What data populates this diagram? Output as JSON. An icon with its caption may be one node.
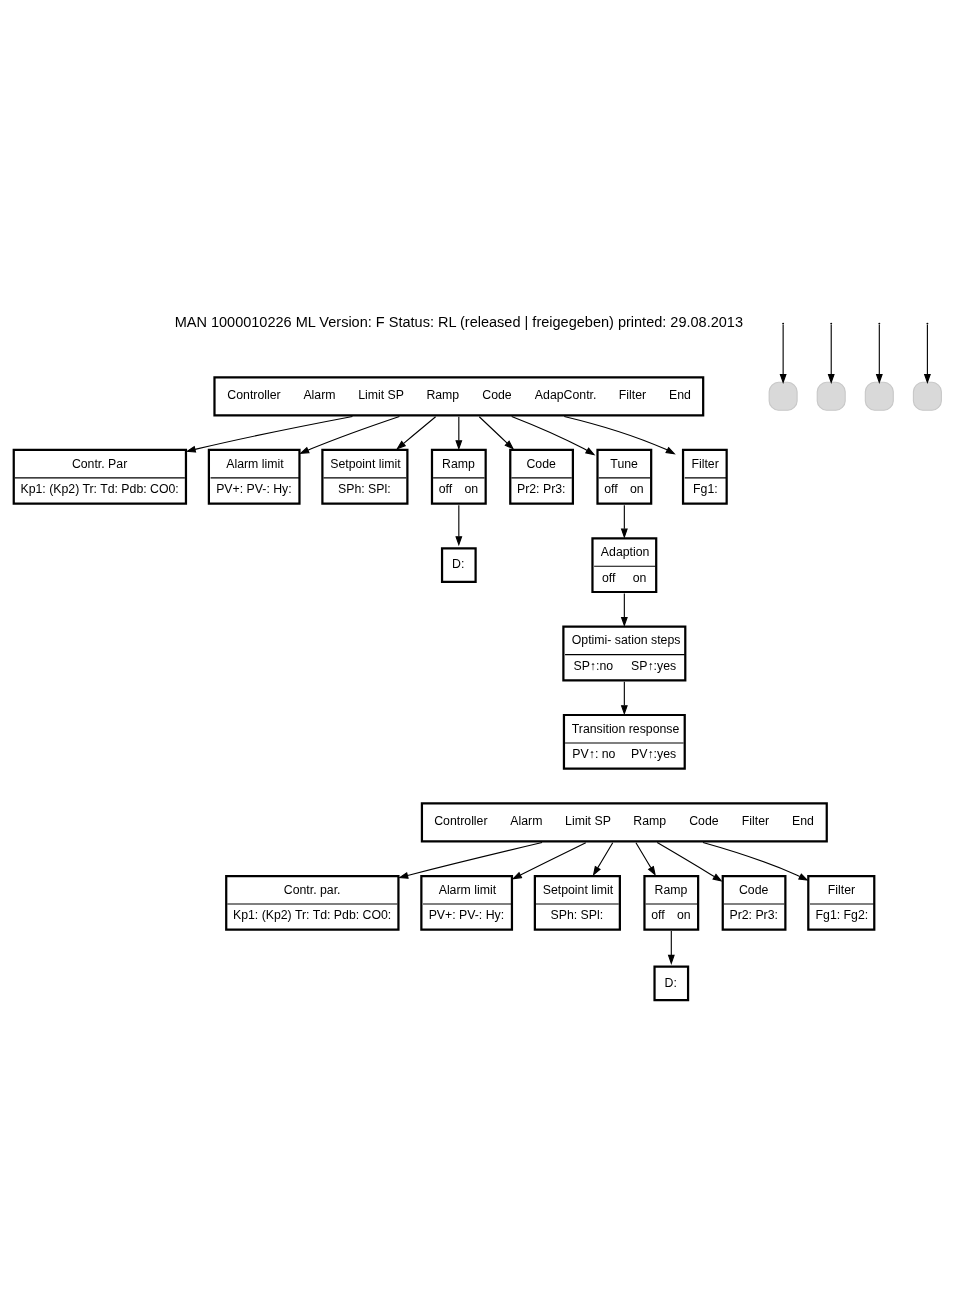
{
  "diagram": {
    "nodes": [
      {
        "text": [
          "Controller",
          "Alarm",
          "Limit SP",
          "Ramp",
          "Code",
          "AdapContr.",
          "Filter",
          "End"
        ]
      },
      {
        "text": [
          "Contr. Par",
          "Kp1: (Kp2) Tr: Td: Pdb: CO0:"
        ]
      },
      {
        "text": [
          "Alarm limit",
          "PV+: PV-: Hy:"
        ]
      },
      {
        "text": [
          "Setpoint limit",
          "SPh: SPl:"
        ]
      },
      {
        "text": [
          "Ramp",
          "off",
          "on"
        ]
      },
      {
        "text": [
          "D:"
        ]
      },
      {
        "text": [
          "Code",
          "Pr2: Pr3:"
        ]
      },
      {
        "text": [
          "Tune",
          "off",
          "on"
        ]
      },
      {
        "text": [
          "Adaption",
          "off",
          "on"
        ]
      },
      {
        "text": [
          "Optimi- sation steps",
          "SP↑:no",
          "SP↑:yes"
        ]
      },
      {
        "text": [
          "Transition response",
          "PV↑: no",
          "PV↑:yes"
        ]
      },
      {
        "text": [
          "Filter",
          "Fg1:"
        ]
      },
      {
        "text": [
          "Controller",
          "Alarm",
          "Limit SP",
          "Ramp",
          "Code",
          "Filter",
          "End"
        ]
      },
      {
        "text": [
          "Contr. par.",
          "Kp1: (Kp2) Tr: Td: Pdb: CO0:"
        ]
      },
      {
        "text": [
          "Alarm limit",
          "PV+: PV-: Hy:"
        ]
      },
      {
        "text": [
          "Setpoint limit",
          "SPh: SPl:"
        ]
      },
      {
        "text": [
          "Ramp",
          "off",
          "on"
        ]
      },
      {
        "text": [
          "D:"
        ]
      },
      {
        "text": [
          "Code",
          "Pr2: Pr3:"
        ]
      },
      {
        "text": [
          "Filter",
          "Fg1: Fg2:"
        ]
      },
      {
        "text": [],
        "shape": "box"
      },
      {
        "text": [],
        "shape": "box"
      },
      {
        "text": [],
        "shape": "box"
      },
      {
        "text": [],
        "shape": "box"
      }
    ],
    "edges": [
      {
        "from": 0,
        "to": 1,
        "arrow": "to"
      },
      {
        "from": 0,
        "to": 2,
        "arrow": "to"
      },
      {
        "from": 0,
        "to": 3,
        "arrow": "to"
      },
      {
        "from": 0,
        "to": 4,
        "arrow": "to"
      },
      {
        "from": 4,
        "to": 5,
        "arrow": "to"
      },
      {
        "from": 0,
        "to": 6,
        "arrow": "to"
      },
      {
        "from": 0,
        "to": 7,
        "arrow": "to"
      },
      {
        "from": 7,
        "to": 8,
        "arrow": "to"
      },
      {
        "from": 8,
        "to": 9,
        "arrow": "to"
      },
      {
        "from": 9,
        "to": 10,
        "arrow": "to"
      },
      {
        "from": 0,
        "to": 11,
        "arrow": "to"
      },
      {
        "from": 12,
        "to": 13,
        "arrow": "to"
      },
      {
        "from": 12,
        "to": 14,
        "arrow": "to"
      },
      {
        "from": 12,
        "to": 15,
        "arrow": "to"
      },
      {
        "from": 12,
        "to": 16,
        "arrow": "to"
      },
      {
        "from": 16,
        "to": 17,
        "arrow": "to"
      },
      {
        "from": 12,
        "to": 18,
        "arrow": "to"
      },
      {
        "from": 12,
        "to": 19,
        "arrow": "to"
      },
      {
        "from": null,
        "to": 20,
        "arrow": "to"
      },
      {
        "from": null,
        "to": 21,
        "arrow": "to"
      },
      {
        "from": null,
        "to": 22,
        "arrow": "to"
      },
      {
        "from": null,
        "to": 23,
        "arrow": "to"
      }
    ],
    "labels": [
      "MAN 1000010226 ML Version: F Status: RL (released | freigegeben) printed: 29.08.2013"
    ]
  }
}
